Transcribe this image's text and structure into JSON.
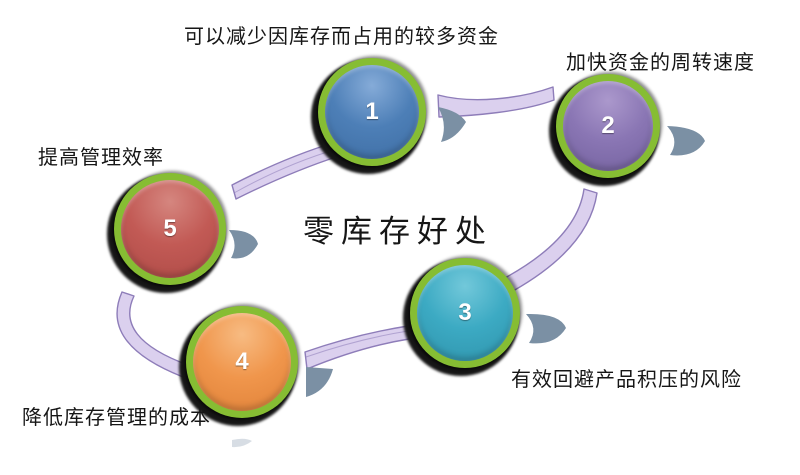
{
  "title": "零库存好处",
  "items": [
    {
      "number": "1",
      "label": "可以减少因库存而占用的较多资金",
      "color": "#4d7fb7",
      "light": "#85abd8",
      "dark": "#3e6da3"
    },
    {
      "number": "2",
      "label": "加快资金的周转速度",
      "color": "#8a76b4",
      "light": "#ab98cc",
      "dark": "#73619e"
    },
    {
      "number": "3",
      "label": "有效回避产品积压的风险",
      "color": "#3caac3",
      "light": "#72c8da",
      "dark": "#2f93ab"
    },
    {
      "number": "4",
      "label": "降低库存管理的成本",
      "color": "#f0964c",
      "light": "#f7bb82",
      "dark": "#df8138"
    },
    {
      "number": "5",
      "label": "提高管理效率",
      "color": "#c25a55",
      "light": "#d5867f",
      "dark": "#ad4a46"
    }
  ],
  "colors": {
    "ring_green": "#86bd33",
    "ribbon_fill": "#dbd0ee",
    "ribbon_edge": "#8e7db9",
    "swoosh": "#7b90a4",
    "text": "#161616"
  }
}
